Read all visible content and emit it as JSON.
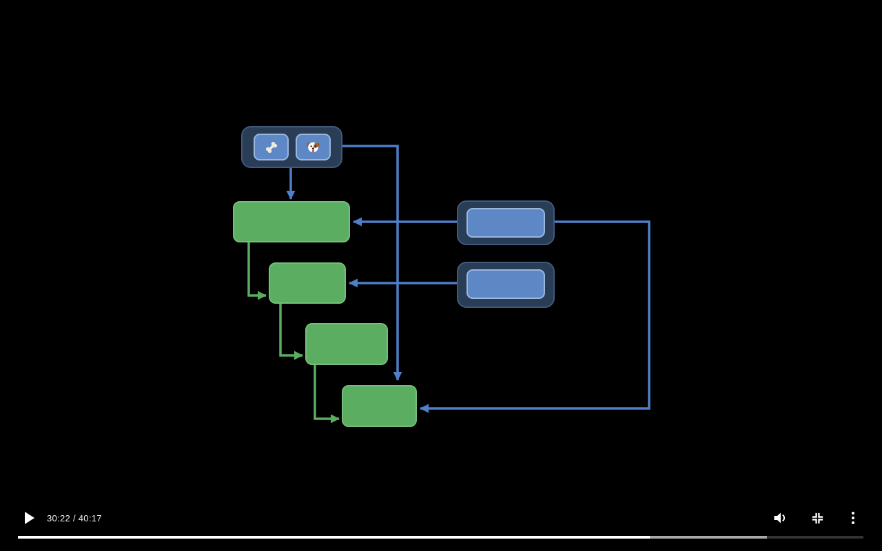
{
  "player": {
    "time_display": "30:22 / 40:17",
    "controls": {
      "play_label": "Play",
      "volume_label": "Volume",
      "fullscreen_exit_label": "Exit full screen",
      "more_options_label": "More options"
    },
    "progress": {
      "played_color": "#ffffff",
      "buffered_color": "#a9a9a9",
      "track_color": "#333333"
    }
  },
  "diagram": {
    "colors": {
      "container_fill": "#2a3d56",
      "container_border": "#41597b",
      "chip_fill": "#5d88c5",
      "chip_border": "#9ab7de",
      "green_fill": "#5bad62",
      "green_border": "#74bf79",
      "arrow_blue": "#4e7fc7",
      "arrow_green": "#5bad62"
    },
    "icons": [
      {
        "name": "bone-icon",
        "glyph": "🦴"
      },
      {
        "name": "dog-icon",
        "glyph": "🐶"
      }
    ],
    "nodes": [
      {
        "id": "source-container",
        "type": "container",
        "children": [
          "bone-chip",
          "dog-chip"
        ]
      },
      {
        "id": "green-step-1",
        "type": "process"
      },
      {
        "id": "green-step-2",
        "type": "process"
      },
      {
        "id": "green-step-3",
        "type": "process"
      },
      {
        "id": "green-step-4",
        "type": "process"
      },
      {
        "id": "blue-container-1",
        "type": "container",
        "children": [
          "blue-chip-1"
        ]
      },
      {
        "id": "blue-container-2",
        "type": "container",
        "children": [
          "blue-chip-2"
        ]
      }
    ]
  }
}
